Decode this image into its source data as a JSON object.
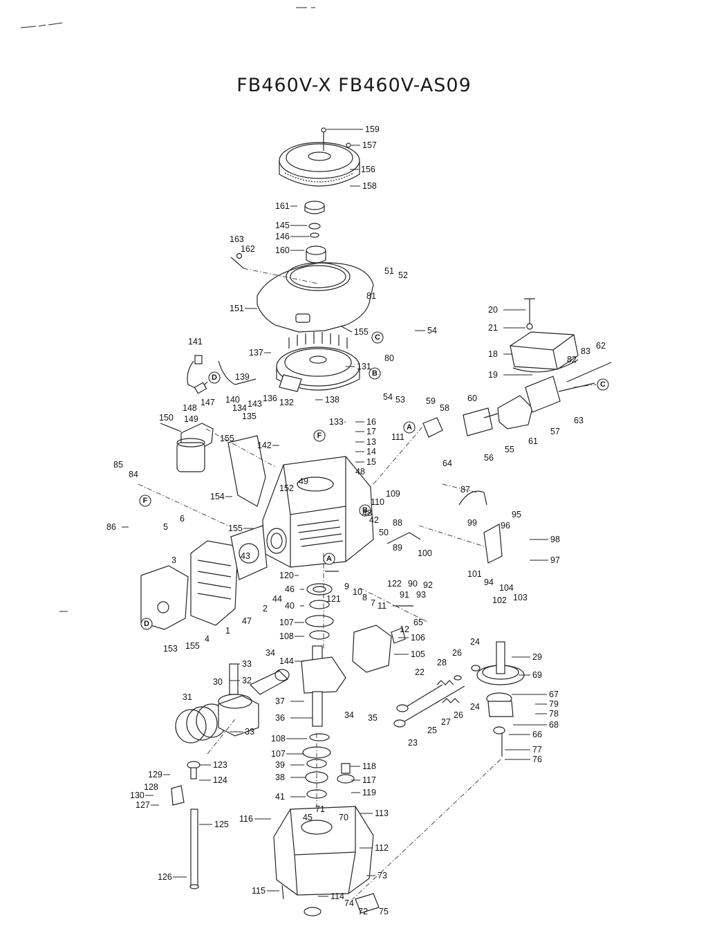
{
  "title": "FB460V-X  FB460V-AS09",
  "parts": [
    "1",
    "2",
    "3",
    "4",
    "5",
    "6",
    "7",
    "8",
    "9",
    "10",
    "11",
    "12",
    "13",
    "14",
    "15",
    "16",
    "17",
    "18",
    "19",
    "20",
    "21",
    "22",
    "23",
    "24",
    "25",
    "26",
    "27",
    "28",
    "29",
    "30",
    "31",
    "32",
    "33",
    "34",
    "35",
    "36",
    "37",
    "38",
    "39",
    "40",
    "41",
    "42",
    "43",
    "44",
    "45",
    "46",
    "47",
    "48",
    "49",
    "50",
    "51",
    "52",
    "53",
    "54",
    "55",
    "56",
    "57",
    "58",
    "59",
    "60",
    "61",
    "62",
    "63",
    "64",
    "65",
    "66",
    "67",
    "68",
    "69",
    "70",
    "71",
    "72",
    "73",
    "74",
    "75",
    "76",
    "77",
    "78",
    "79",
    "80",
    "81",
    "82",
    "83",
    "84",
    "85",
    "86",
    "87",
    "88",
    "89",
    "90",
    "91",
    "92",
    "93",
    "94",
    "95",
    "96",
    "97",
    "98",
    "99",
    "100",
    "101",
    "102",
    "103",
    "104",
    "105",
    "106",
    "107",
    "108",
    "109",
    "110",
    "111",
    "112",
    "113",
    "114",
    "115",
    "116",
    "117",
    "118",
    "119",
    "120",
    "121",
    "122",
    "123",
    "124",
    "125",
    "126",
    "127",
    "128",
    "129",
    "130",
    "131",
    "132",
    "133",
    "134",
    "135",
    "136",
    "137",
    "138",
    "139",
    "140",
    "141",
    "142",
    "143",
    "144",
    "145",
    "146",
    "147",
    "148",
    "149",
    "150",
    "151",
    "152",
    "153",
    "154",
    "155",
    "156",
    "157",
    "158",
    "159",
    "160",
    "161",
    "162",
    "163"
  ],
  "callouts": [
    "A",
    "B",
    "C",
    "D",
    "F"
  ]
}
